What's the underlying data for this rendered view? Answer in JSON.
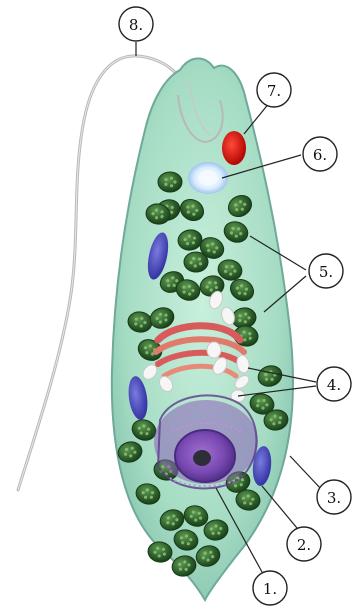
{
  "labels": {
    "l1": "1.",
    "l2": "2.",
    "l3": "3.",
    "l4": "4.",
    "l5": "5.",
    "l6": "6.",
    "l7": "7.",
    "l8": "8."
  },
  "colors": {
    "cell_fill": "#a8e0c8",
    "cell_edge": "#6fa99a",
    "chloroplast": "#2f5a2c",
    "eyespot": "#d81010",
    "mitochondria": "#3a3aa8",
    "golgi": "#d85a5a",
    "nucleus": "#6a3aa0"
  }
}
